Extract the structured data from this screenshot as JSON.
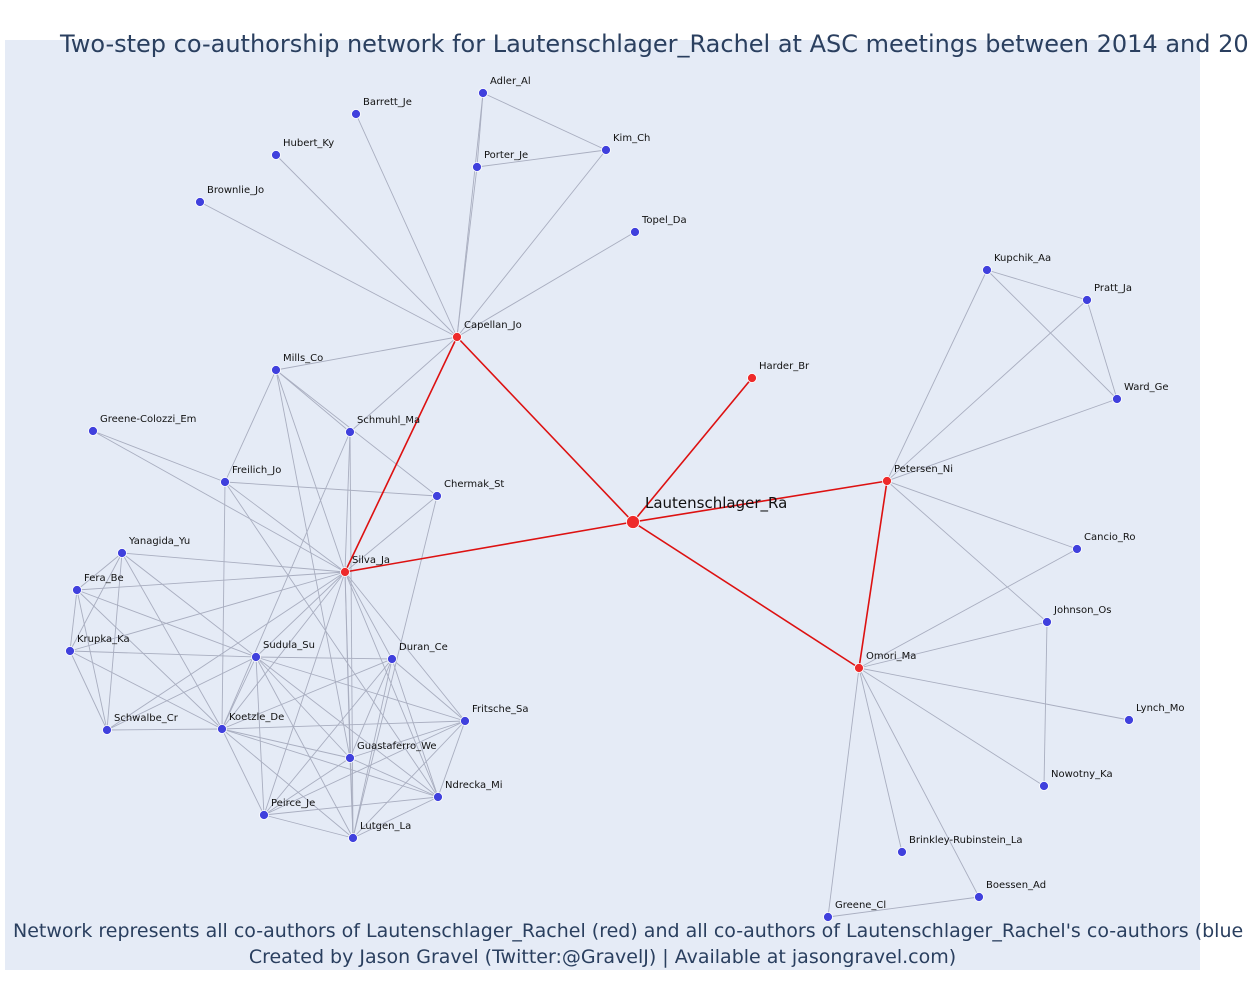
{
  "title": "Two-step co-authorship network for Lautenschlager_Rachel at ASC meetings between 2014 and 20",
  "caption": {
    "line1": "Network represents all co-authors of Lautenschlager_Rachel (red) and all co-authors of Lautenschlager_Rachel's co-authors (blue",
    "line2": "Created by Jason Gravel (Twitter:@GravelJ) | Available at jasongravel.com)"
  },
  "colors": {
    "background": "#e5ebf6",
    "red_node": "#ee2a2a",
    "blue_node": "#4040dd",
    "red_edge": "#dd1111",
    "gray_edge": "#a9aec0",
    "title_text": "#2a3f5f"
  },
  "focal_node": "Lautenschlager_Ra",
  "nodes": [
    {
      "id": "Lautenschlager_Ra",
      "group": "focal"
    },
    {
      "id": "Capellan_Jo",
      "group": "red"
    },
    {
      "id": "Harder_Br",
      "group": "red"
    },
    {
      "id": "Petersen_Ni",
      "group": "red"
    },
    {
      "id": "Omori_Ma",
      "group": "red"
    },
    {
      "id": "Silva_Ja",
      "group": "red"
    },
    {
      "id": "Adler_Al",
      "group": "blue"
    },
    {
      "id": "Barrett_Je",
      "group": "blue"
    },
    {
      "id": "Kim_Ch",
      "group": "blue"
    },
    {
      "id": "Hubert_Ky",
      "group": "blue"
    },
    {
      "id": "Porter_Je",
      "group": "blue"
    },
    {
      "id": "Brownlie_Jo",
      "group": "blue"
    },
    {
      "id": "Topel_Da",
      "group": "blue"
    },
    {
      "id": "Mills_Co",
      "group": "blue"
    },
    {
      "id": "Schmuhl_Ma",
      "group": "blue"
    },
    {
      "id": "Greene-Colozzi_Em",
      "group": "blue"
    },
    {
      "id": "Freilich_Jo",
      "group": "blue"
    },
    {
      "id": "Chermak_St",
      "group": "blue"
    },
    {
      "id": "Yanagida_Yu",
      "group": "blue"
    },
    {
      "id": "Fera_Be",
      "group": "blue"
    },
    {
      "id": "Krupka_Ka",
      "group": "blue"
    },
    {
      "id": "Sudula_Su",
      "group": "blue"
    },
    {
      "id": "Duran_Ce",
      "group": "blue"
    },
    {
      "id": "Schwalbe_Cr",
      "group": "blue"
    },
    {
      "id": "Koetzle_De",
      "group": "blue"
    },
    {
      "id": "Fritsche_Sa",
      "group": "blue"
    },
    {
      "id": "Guastaferro_We",
      "group": "blue"
    },
    {
      "id": "Ndrecka_Mi",
      "group": "blue"
    },
    {
      "id": "Peirce_Je",
      "group": "blue"
    },
    {
      "id": "Lutgen_La",
      "group": "blue"
    },
    {
      "id": "Kupchik_Aa",
      "group": "blue"
    },
    {
      "id": "Pratt_Ja",
      "group": "blue"
    },
    {
      "id": "Ward_Ge",
      "group": "blue"
    },
    {
      "id": "Cancio_Ro",
      "group": "blue"
    },
    {
      "id": "Johnson_Os",
      "group": "blue"
    },
    {
      "id": "Lynch_Mo",
      "group": "blue"
    },
    {
      "id": "Nowotny_Ka",
      "group": "blue"
    },
    {
      "id": "Brinkley-Rubinstein_La",
      "group": "blue"
    },
    {
      "id": "Boessen_Ad",
      "group": "blue"
    },
    {
      "id": "Greene_Cl",
      "group": "blue"
    }
  ],
  "edges": [
    [
      "Lautenschlager_Ra",
      "Capellan_Jo"
    ],
    [
      "Lautenschlager_Ra",
      "Harder_Br"
    ],
    [
      "Lautenschlager_Ra",
      "Petersen_Ni"
    ],
    [
      "Lautenschlager_Ra",
      "Omori_Ma"
    ],
    [
      "Lautenschlager_Ra",
      "Silva_Ja"
    ],
    [
      "Capellan_Jo",
      "Silva_Ja"
    ],
    [
      "Petersen_Ni",
      "Omori_Ma"
    ],
    [
      "Capellan_Jo",
      "Adler_Al"
    ],
    [
      "Capellan_Jo",
      "Barrett_Je"
    ],
    [
      "Capellan_Jo",
      "Hubert_Ky"
    ],
    [
      "Capellan_Jo",
      "Brownlie_Jo"
    ],
    [
      "Capellan_Jo",
      "Porter_Je"
    ],
    [
      "Capellan_Jo",
      "Kim_Ch"
    ],
    [
      "Capellan_Jo",
      "Topel_Da"
    ],
    [
      "Capellan_Jo",
      "Mills_Co"
    ],
    [
      "Capellan_Jo",
      "Schmuhl_Ma"
    ],
    [
      "Adler_Al",
      "Porter_Je"
    ],
    [
      "Adler_Al",
      "Kim_Ch"
    ],
    [
      "Porter_Je",
      "Kim_Ch"
    ],
    [
      "Mills_Co",
      "Schmuhl_Ma"
    ],
    [
      "Mills_Co",
      "Chermak_St"
    ],
    [
      "Mills_Co",
      "Freilich_Jo"
    ],
    [
      "Mills_Co",
      "Silva_Ja"
    ],
    [
      "Mills_Co",
      "Guastaferro_We"
    ],
    [
      "Schmuhl_Ma",
      "Silva_Ja"
    ],
    [
      "Schmuhl_Ma",
      "Koetzle_De"
    ],
    [
      "Schmuhl_Ma",
      "Lutgen_La"
    ],
    [
      "Greene-Colozzi_Em",
      "Freilich_Jo"
    ],
    [
      "Greene-Colozzi_Em",
      "Silva_Ja"
    ],
    [
      "Freilich_Jo",
      "Chermak_St"
    ],
    [
      "Freilich_Jo",
      "Silva_Ja"
    ],
    [
      "Freilich_Jo",
      "Koetzle_De"
    ],
    [
      "Freilich_Jo",
      "Ndrecka_Mi"
    ],
    [
      "Chermak_St",
      "Silva_Ja"
    ],
    [
      "Chermak_St",
      "Lutgen_La"
    ],
    [
      "Silva_Ja",
      "Yanagida_Yu"
    ],
    [
      "Silva_Ja",
      "Fera_Be"
    ],
    [
      "Silva_Ja",
      "Krupka_Ka"
    ],
    [
      "Silva_Ja",
      "Sudula_Su"
    ],
    [
      "Silva_Ja",
      "Duran_Ce"
    ],
    [
      "Silva_Ja",
      "Schwalbe_Cr"
    ],
    [
      "Silva_Ja",
      "Koetzle_De"
    ],
    [
      "Silva_Ja",
      "Fritsche_Sa"
    ],
    [
      "Silva_Ja",
      "Guastaferro_We"
    ],
    [
      "Silva_Ja",
      "Ndrecka_Mi"
    ],
    [
      "Silva_Ja",
      "Peirce_Je"
    ],
    [
      "Silva_Ja",
      "Lutgen_La"
    ],
    [
      "Yanagida_Yu",
      "Fera_Be"
    ],
    [
      "Yanagida_Yu",
      "Krupka_Ka"
    ],
    [
      "Yanagida_Yu",
      "Schwalbe_Cr"
    ],
    [
      "Yanagida_Yu",
      "Sudula_Su"
    ],
    [
      "Yanagida_Yu",
      "Koetzle_De"
    ],
    [
      "Fera_Be",
      "Krupka_Ka"
    ],
    [
      "Fera_Be",
      "Schwalbe_Cr"
    ],
    [
      "Fera_Be",
      "Sudula_Su"
    ],
    [
      "Fera_Be",
      "Koetzle_De"
    ],
    [
      "Krupka_Ka",
      "Schwalbe_Cr"
    ],
    [
      "Krupka_Ka",
      "Sudula_Su"
    ],
    [
      "Krupka_Ka",
      "Koetzle_De"
    ],
    [
      "Schwalbe_Cr",
      "Koetzle_De"
    ],
    [
      "Schwalbe_Cr",
      "Sudula_Su"
    ],
    [
      "Sudula_Su",
      "Duran_Ce"
    ],
    [
      "Sudula_Su",
      "Koetzle_De"
    ],
    [
      "Sudula_Su",
      "Fritsche_Sa"
    ],
    [
      "Sudula_Su",
      "Guastaferro_We"
    ],
    [
      "Sudula_Su",
      "Ndrecka_Mi"
    ],
    [
      "Sudula_Su",
      "Peirce_Je"
    ],
    [
      "Sudula_Su",
      "Lutgen_La"
    ],
    [
      "Duran_Ce",
      "Koetzle_De"
    ],
    [
      "Duran_Ce",
      "Fritsche_Sa"
    ],
    [
      "Duran_Ce",
      "Guastaferro_We"
    ],
    [
      "Duran_Ce",
      "Ndrecka_Mi"
    ],
    [
      "Duran_Ce",
      "Peirce_Je"
    ],
    [
      "Duran_Ce",
      "Lutgen_La"
    ],
    [
      "Koetzle_De",
      "Fritsche_Sa"
    ],
    [
      "Koetzle_De",
      "Guastaferro_We"
    ],
    [
      "Koetzle_De",
      "Ndrecka_Mi"
    ],
    [
      "Koetzle_De",
      "Peirce_Je"
    ],
    [
      "Koetzle_De",
      "Lutgen_La"
    ],
    [
      "Fritsche_Sa",
      "Guastaferro_We"
    ],
    [
      "Fritsche_Sa",
      "Ndrecka_Mi"
    ],
    [
      "Fritsche_Sa",
      "Peirce_Je"
    ],
    [
      "Fritsche_Sa",
      "Lutgen_La"
    ],
    [
      "Guastaferro_We",
      "Ndrecka_Mi"
    ],
    [
      "Guastaferro_We",
      "Peirce_Je"
    ],
    [
      "Guastaferro_We",
      "Lutgen_La"
    ],
    [
      "Ndrecka_Mi",
      "Peirce_Je"
    ],
    [
      "Ndrecka_Mi",
      "Lutgen_La"
    ],
    [
      "Peirce_Je",
      "Lutgen_La"
    ],
    [
      "Petersen_Ni",
      "Kupchik_Aa"
    ],
    [
      "Petersen_Ni",
      "Pratt_Ja"
    ],
    [
      "Petersen_Ni",
      "Ward_Ge"
    ],
    [
      "Petersen_Ni",
      "Cancio_Ro"
    ],
    [
      "Petersen_Ni",
      "Johnson_Os"
    ],
    [
      "Kupchik_Aa",
      "Pratt_Ja"
    ],
    [
      "Kupchik_Aa",
      "Ward_Ge"
    ],
    [
      "Pratt_Ja",
      "Ward_Ge"
    ],
    [
      "Omori_Ma",
      "Cancio_Ro"
    ],
    [
      "Omori_Ma",
      "Johnson_Os"
    ],
    [
      "Omori_Ma",
      "Lynch_Mo"
    ],
    [
      "Omori_Ma",
      "Nowotny_Ka"
    ],
    [
      "Omori_Ma",
      "Brinkley-Rubinstein_La"
    ],
    [
      "Omori_Ma",
      "Boessen_Ad"
    ],
    [
      "Omori_Ma",
      "Greene_Cl"
    ],
    [
      "Johnson_Os",
      "Nowotny_Ka"
    ],
    [
      "Greene_Cl",
      "Boessen_Ad"
    ]
  ]
}
